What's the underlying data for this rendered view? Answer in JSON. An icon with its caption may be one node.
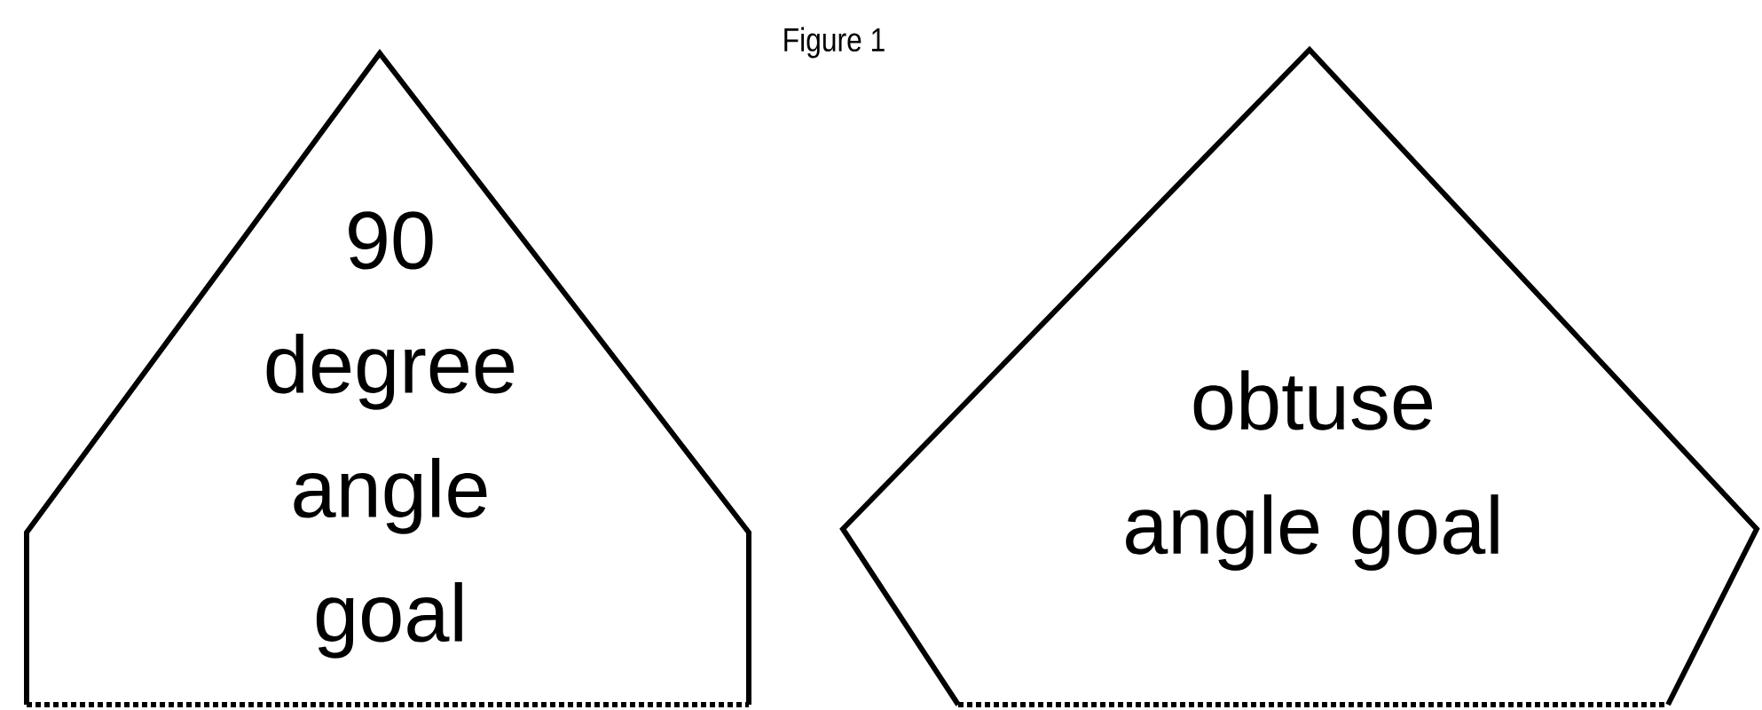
{
  "diagram": {
    "title": "Figure 1",
    "nodes": [
      {
        "text": [
          "90 degree angle goal"
        ]
      },
      {
        "text": [
          "obtuse angle goal"
        ]
      }
    ],
    "edges": []
  }
}
